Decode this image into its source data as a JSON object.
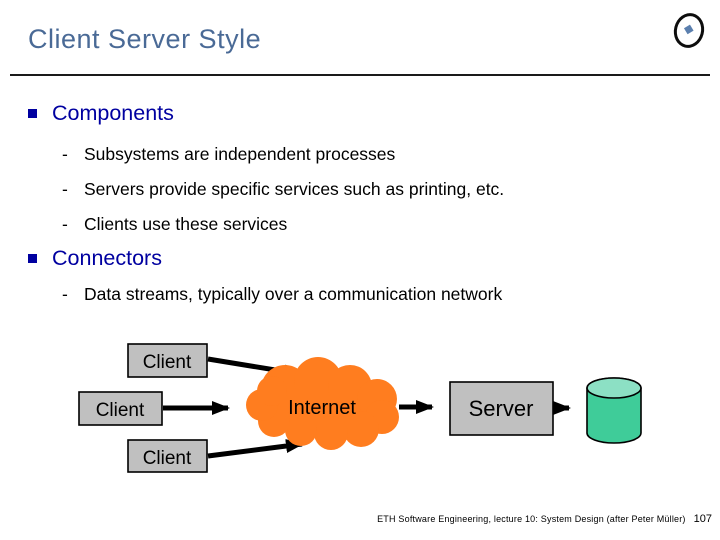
{
  "title": "Client Server Style",
  "sections": [
    {
      "label": "Components",
      "items": [
        "Subsystems are independent processes",
        "Servers provide specific services such as printing, etc.",
        "Clients use these services"
      ]
    },
    {
      "label": "Connectors",
      "items": [
        "Data streams, typically over a communication network"
      ]
    }
  ],
  "sub_bullet_char": "-",
  "diagram": {
    "clients": [
      "Client",
      "Client",
      "Client"
    ],
    "cloud_label": "Internet",
    "server_label": "Server"
  },
  "footer": {
    "text": "ETH Software Engineering, lecture 10: System Design (after Peter Müller)",
    "page": "107"
  },
  "colors": {
    "title_blue": "#4a6a96",
    "heading_blue": "#0000a0",
    "box_gray": "#c0c0c0",
    "cloud_orange": "#ff7d1f",
    "cylinder_green": "#3fcc99",
    "cylinder_top_green": "#8ce0c4"
  }
}
